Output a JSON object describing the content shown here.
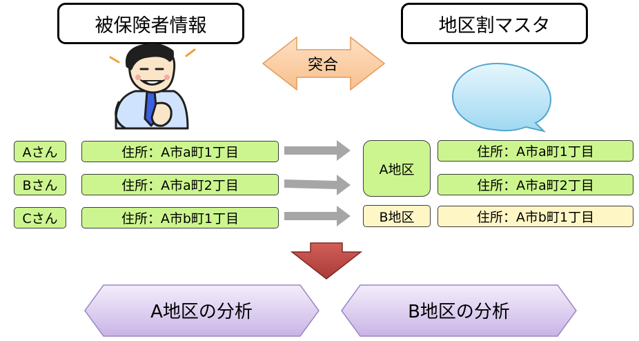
{
  "titles": {
    "insured_info": "被保険者情報",
    "district_master": "地区割マスタ"
  },
  "match_label": "突合",
  "people": [
    {
      "name": "Aさん",
      "address": "住所：A市a町1丁目"
    },
    {
      "name": "Bさん",
      "address": "住所：A市a町2丁目"
    },
    {
      "name": "Cさん",
      "address": "住所：A市b町1丁目"
    }
  ],
  "districts": {
    "a": "A地区",
    "b": "B地区"
  },
  "master_addresses": [
    "住所：A市a町1丁目",
    "住所：A市a町2丁目",
    "住所：A市b町1丁目"
  ],
  "results": {
    "a": "A地区の分析",
    "b": "B地区の分析"
  },
  "colors": {
    "green_fill": "#ccf58f",
    "cream_fill": "#fff6c6",
    "arrow_gray": "#a6a6a6",
    "down_arrow": "#b94a48",
    "match_arrow": "#fbd0a8",
    "result_fill": "#ddd0f0",
    "bubble_fill": "#b6e3f6"
  },
  "icons": {
    "person": "businessman-icon",
    "bubble": "speech-bubble-icon"
  }
}
